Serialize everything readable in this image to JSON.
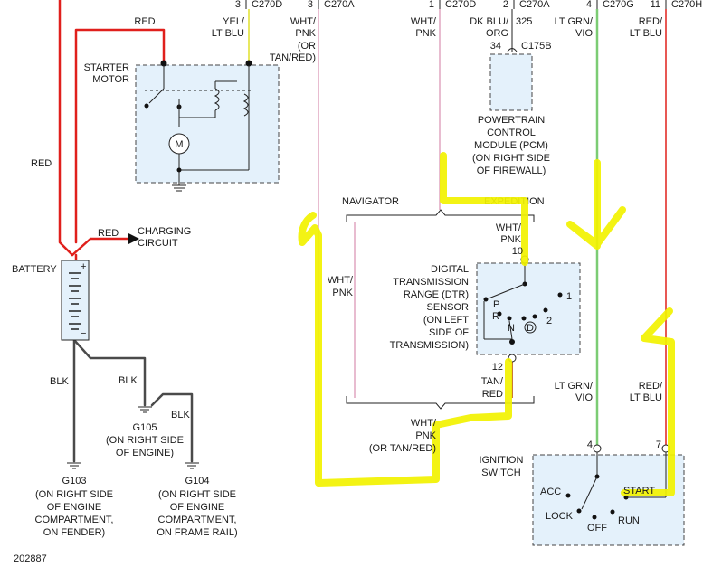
{
  "connectors": {
    "c1": {
      "pin": "3",
      "name": "C270D"
    },
    "c2": {
      "pin": "3",
      "name": "C270A"
    },
    "c3": {
      "pin": "1",
      "name": "C270D"
    },
    "c4": {
      "pin": "2",
      "name": "C270A"
    },
    "c5": {
      "pin": "4",
      "name": "C270G"
    },
    "c6": {
      "pin": "11",
      "name": "C270H"
    }
  },
  "wires": {
    "red_top": "RED",
    "yel_lt_blu": [
      "YEL/",
      "LT BLU"
    ],
    "wht_pnk_top": [
      "WHT/",
      "PNK",
      "(OR",
      "TAN/RED)"
    ],
    "wht_pnk_mid": [
      "WHT/",
      "PNK"
    ],
    "dk_blu_org": [
      "DK BLU/",
      "ORG"
    ],
    "circuit_325": "325",
    "lt_grn_vio_top": [
      "LT GRN/",
      "VIO"
    ],
    "red_lt_blu_top": [
      "RED/",
      "LT BLU"
    ],
    "red_left": "RED",
    "red_charging": "RED",
    "blk_left": "BLK",
    "blk_mid": "BLK",
    "blk_right": "BLK",
    "wht_pnk_nav": [
      "WHT/",
      "PNK"
    ],
    "wht_pnk_dtr_top": [
      "WHT/",
      "PNK"
    ],
    "tan_red": [
      "TAN/",
      "RED"
    ],
    "wht_pnk_bottom": [
      "WHT/",
      "PNK",
      "(OR TAN/RED)"
    ],
    "lt_grn_vio_bottom": [
      "LT GRN/",
      "VIO"
    ],
    "red_lt_blu_bottom": [
      "RED/",
      "LT BLU"
    ]
  },
  "components": {
    "starter_motor": [
      "STARTER",
      "MOTOR"
    ],
    "motor_symbol": "M",
    "charging_circuit": [
      "CHARGING",
      "CIRCUIT"
    ],
    "battery": "BATTERY",
    "battery_plus": "+",
    "battery_minus": "−",
    "pcm": {
      "pin": "34",
      "connector": "C175B",
      "label": [
        "POWERTRAIN",
        "CONTROL",
        "MODULE (PCM)",
        "(ON RIGHT SIDE",
        "OF FIREWALL)"
      ]
    },
    "dtr": {
      "pin_top": "10",
      "pin_bottom": "12",
      "label": [
        "DIGITAL",
        "TRANSMISSION",
        "RANGE (DTR)",
        "SENSOR",
        "(ON LEFT",
        "SIDE OF",
        "TRANSMISSION)"
      ],
      "positions": [
        "P",
        "R",
        "N",
        "D",
        "2",
        "1"
      ]
    },
    "ignition_switch": {
      "label": [
        "IGNITION",
        "SWITCH"
      ],
      "pin_left": "4",
      "pin_right": "7",
      "positions": [
        "ACC",
        "LOCK",
        "OFF",
        "RUN",
        "START"
      ]
    }
  },
  "variants": {
    "navigator": "NAVIGATOR",
    "expedition": "EXPEDITION"
  },
  "grounds": {
    "g105": [
      "G105",
      "(ON RIGHT SIDE",
      "OF ENGINE)"
    ],
    "g103": [
      "G103",
      "(ON RIGHT SIDE",
      "OF ENGINE",
      "COMPARTMENT,",
      "ON FENDER)"
    ],
    "g104": [
      "G104",
      "(ON RIGHT SIDE",
      "OF ENGINE",
      "COMPARTMENT,",
      "ON FRAME RAIL)"
    ]
  },
  "figure_id": "202887",
  "colors": {
    "red_wire": "#e0201c",
    "black_wire": "#4a4a4a",
    "yellow_wire": "#e8e860",
    "pink_wire": "#e8bcd0",
    "green_wire": "#7ccc74",
    "highlighter": "#f2f200",
    "component_fill": "#e4f1fb"
  }
}
